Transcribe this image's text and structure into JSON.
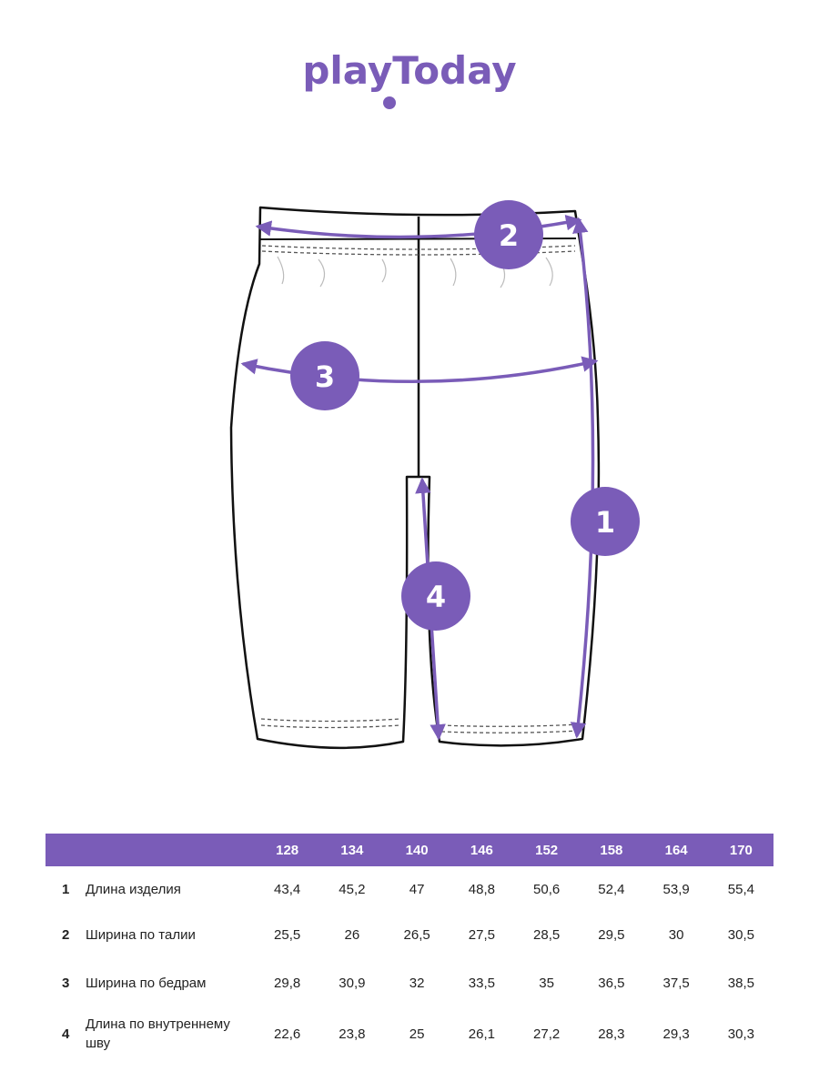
{
  "brand": {
    "name": "playToday",
    "accent_color": "#7a5cb8"
  },
  "diagram": {
    "markers": [
      {
        "id": "1",
        "label": "1"
      },
      {
        "id": "2",
        "label": "2"
      },
      {
        "id": "3",
        "label": "3"
      },
      {
        "id": "4",
        "label": "4"
      }
    ]
  },
  "table": {
    "header_empty": "",
    "sizes": [
      "128",
      "134",
      "140",
      "146",
      "152",
      "158",
      "164",
      "170"
    ],
    "rows": [
      {
        "num": "1",
        "name": "Длина изделия",
        "values": [
          "43,4",
          "45,2",
          "47",
          "48,8",
          "50,6",
          "52,4",
          "53,9",
          "55,4"
        ]
      },
      {
        "num": "2",
        "name": "Ширина по талии",
        "values": [
          "25,5",
          "26",
          "26,5",
          "27,5",
          "28,5",
          "29,5",
          "30",
          "30,5"
        ]
      },
      {
        "num": "3",
        "name": "Ширина по бедрам",
        "values": [
          "29,8",
          "30,9",
          "32",
          "33,5",
          "35",
          "36,5",
          "37,5",
          "38,5"
        ]
      },
      {
        "num": "4",
        "name": "Длина по внутреннему шву",
        "values": [
          "22,6",
          "23,8",
          "25",
          "26,1",
          "27,2",
          "28,3",
          "29,3",
          "30,3"
        ]
      }
    ]
  }
}
